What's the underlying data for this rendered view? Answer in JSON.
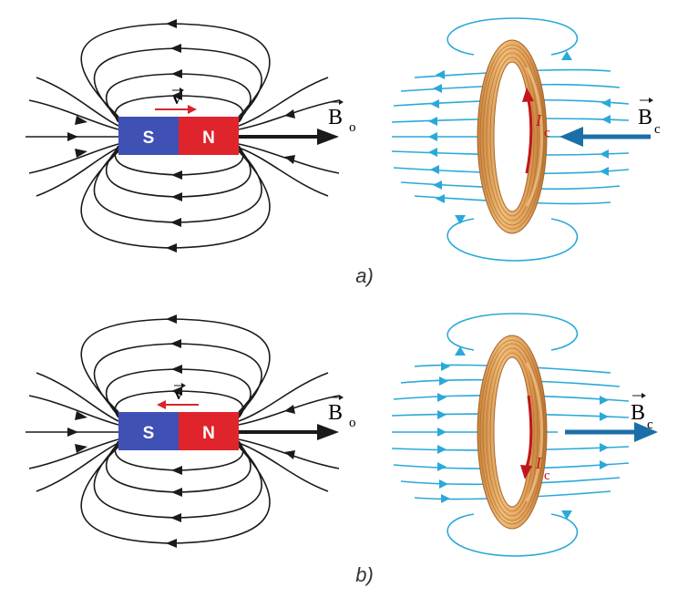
{
  "colors": {
    "magnet_s": "#3f51b5",
    "magnet_n": "#e0242b",
    "field_line_magnet": "#1a1a1a",
    "field_line_coil": "#2aa9d8",
    "coil_arrow": "#1b6fa8",
    "coil_copper": "#e7a85f",
    "current_arrow": "#c0161c",
    "velocity_arrow": "#d6262d"
  },
  "panels": [
    {
      "id": "a",
      "caption": "a)",
      "magnet": {
        "s_label": "S",
        "n_label": "N",
        "velocity_label": "v",
        "velocity_direction": "right"
      },
      "magnet_field": {
        "symbol": "B",
        "subscript": "o"
      },
      "coil_field": {
        "symbol": "B",
        "subscript": "c",
        "direction": "left"
      },
      "coil_current": {
        "symbol": "I",
        "subscript": "c",
        "direction": "up"
      }
    },
    {
      "id": "b",
      "caption": "b)",
      "magnet": {
        "s_label": "S",
        "n_label": "N",
        "velocity_label": "v",
        "velocity_direction": "left"
      },
      "magnet_field": {
        "symbol": "B",
        "subscript": "o"
      },
      "coil_field": {
        "symbol": "B",
        "subscript": "c",
        "direction": "right"
      },
      "coil_current": {
        "symbol": "I",
        "subscript": "c",
        "direction": "down"
      }
    }
  ]
}
